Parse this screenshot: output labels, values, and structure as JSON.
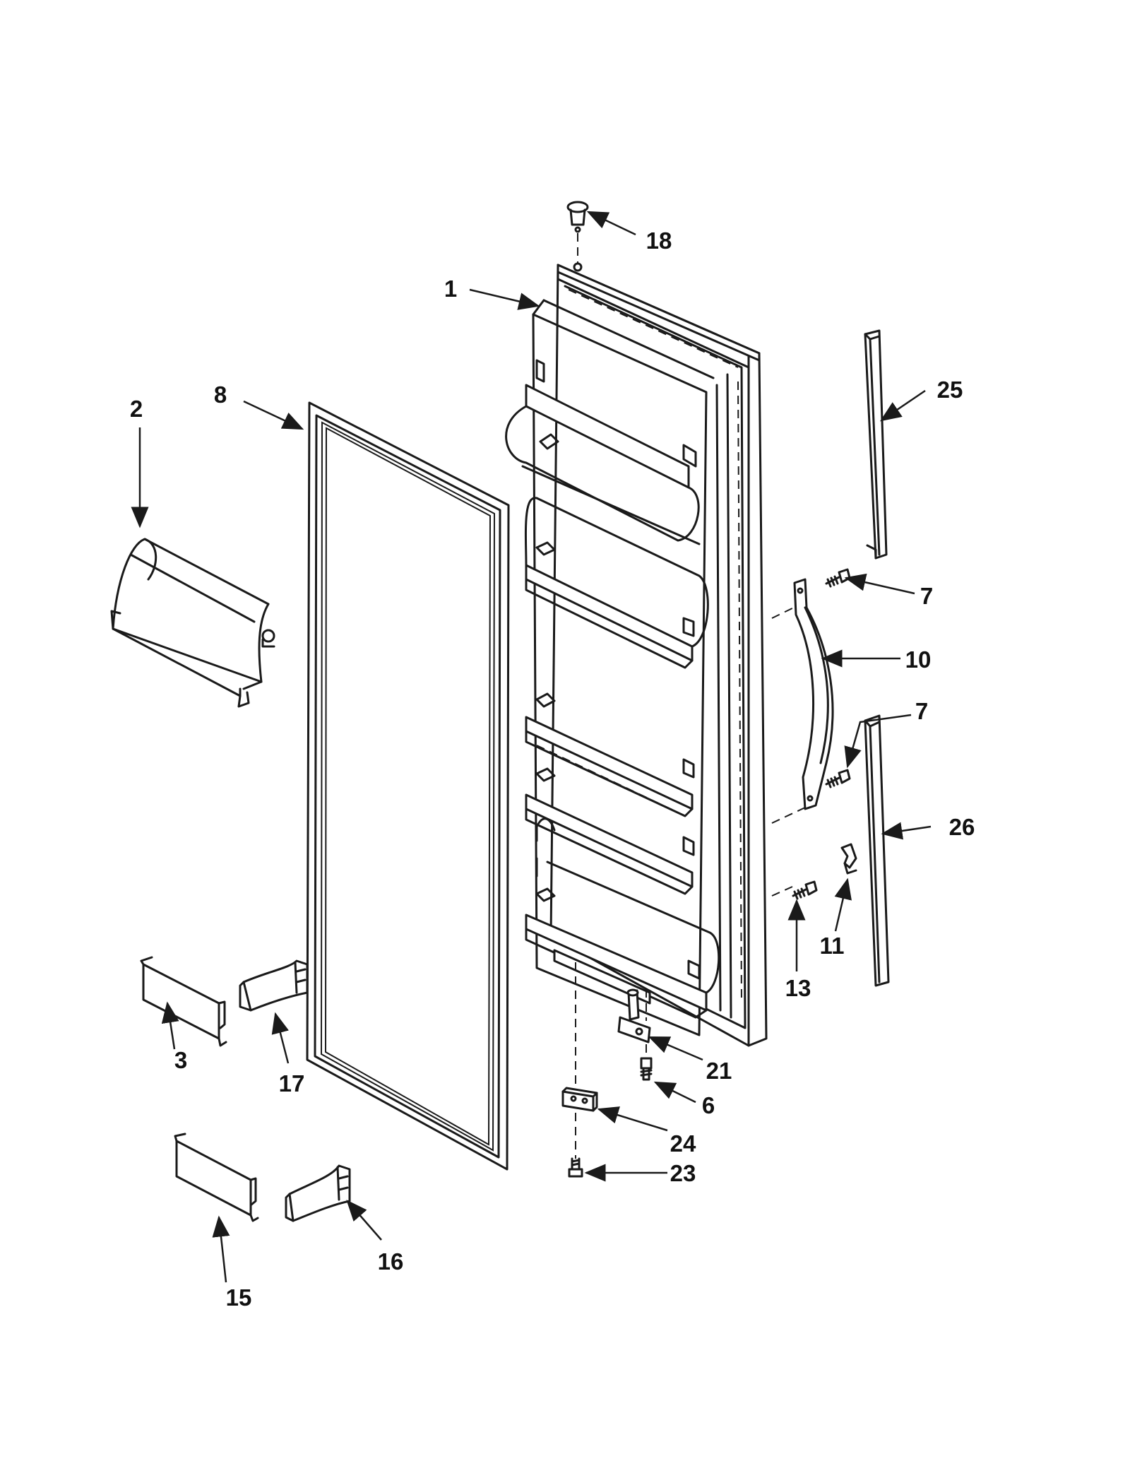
{
  "callouts": {
    "c1": "1",
    "c2": "2",
    "c3": "3",
    "c6": "6",
    "c7a": "7",
    "c7b": "7",
    "c8": "8",
    "c10": "10",
    "c11": "11",
    "c13": "13",
    "c15": "15",
    "c16": "16",
    "c17": "17",
    "c18": "18",
    "c21": "21",
    "c23": "23",
    "c24": "24",
    "c25": "25",
    "c26": "26"
  },
  "colors": {
    "line": "#1a1a1a",
    "background": "#ffffff"
  }
}
